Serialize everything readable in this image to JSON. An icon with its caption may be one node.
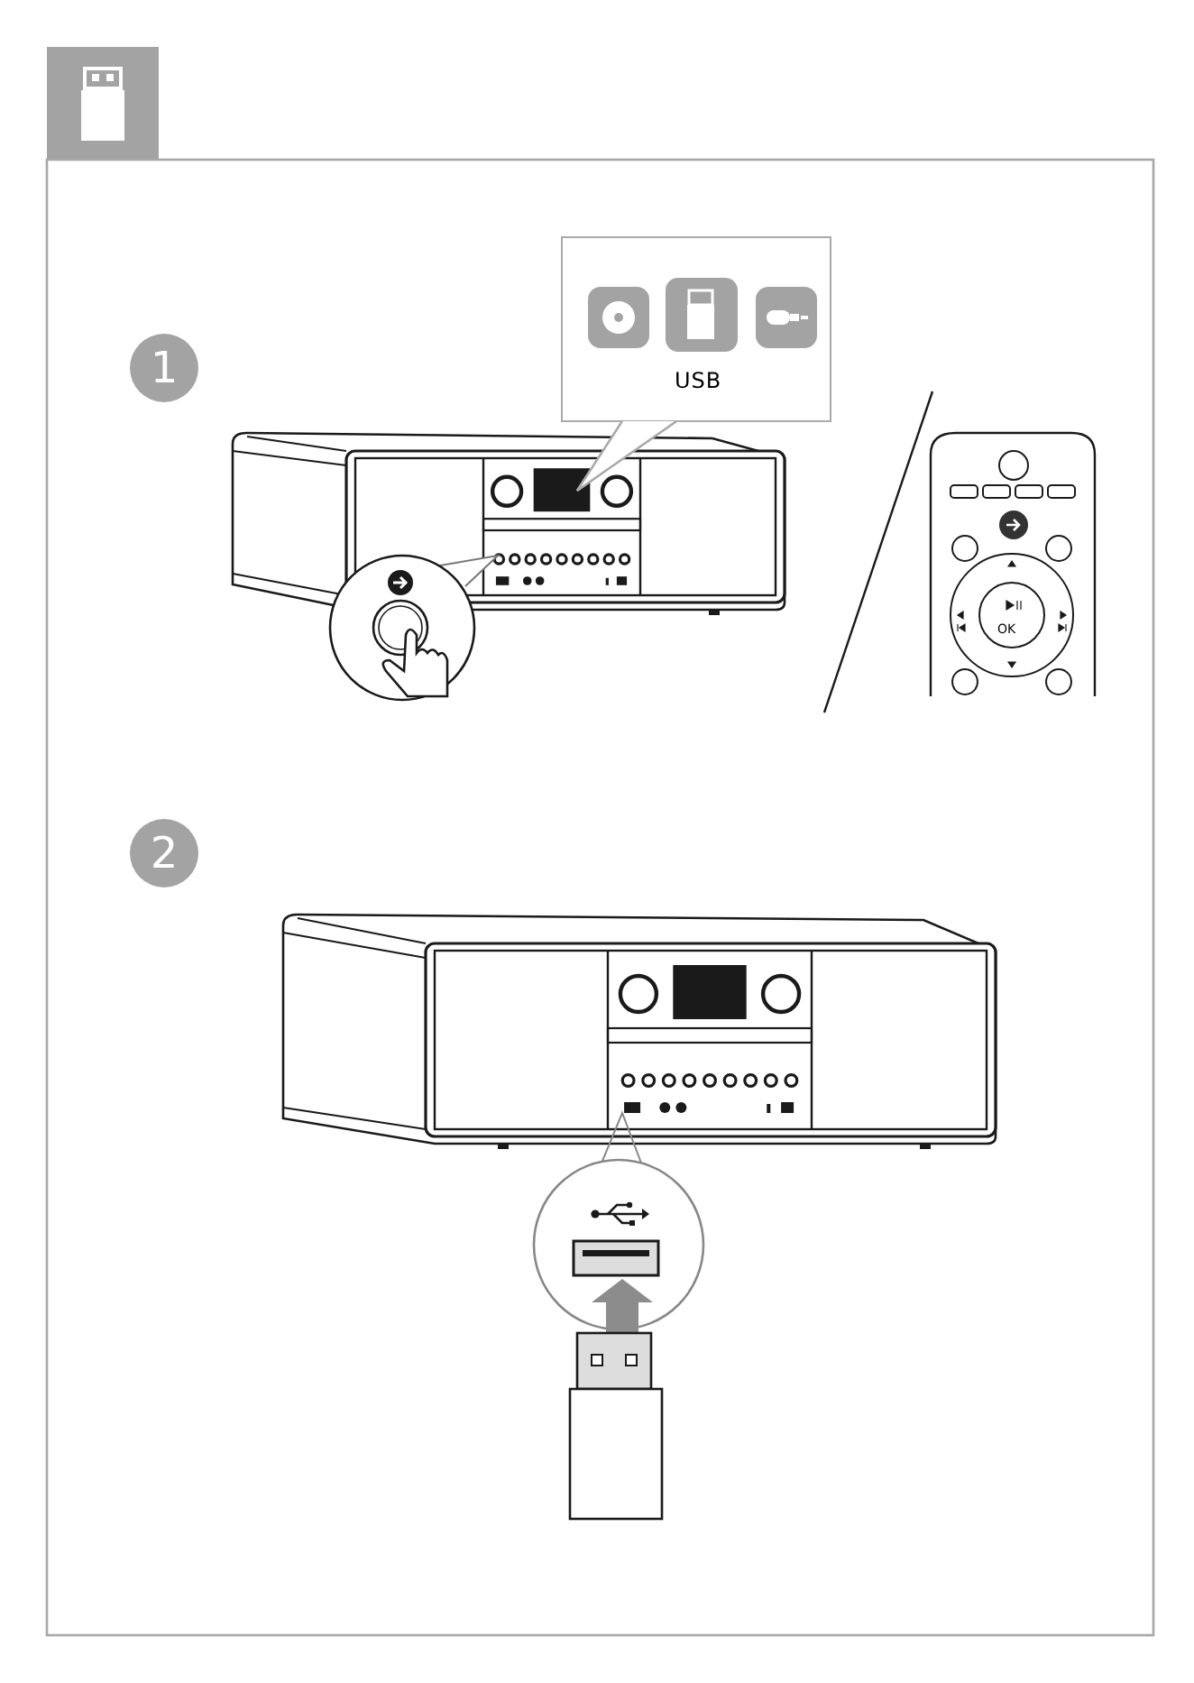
{
  "diagram": {
    "nodes": [
      {
        "text": [
          "1"
        ]
      },
      {
        "text": [
          "USB"
        ]
      },
      {
        "text": [
          "2"
        ]
      }
    ],
    "labels": [
      "OK"
    ]
  }
}
